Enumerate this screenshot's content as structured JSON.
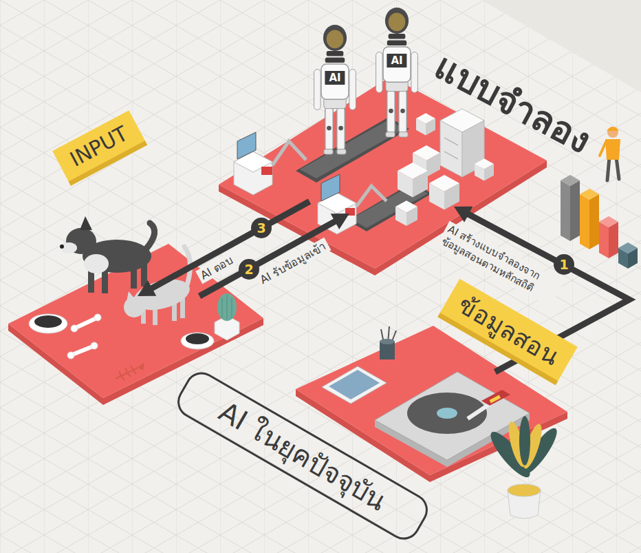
{
  "diagram": {
    "title": "AI ในยุคปัจจุบัน",
    "nodes": [
      {
        "text": [
          "INPUT"
        ]
      },
      {
        "text": [
          "แบบจำลอง"
        ]
      },
      {
        "text": [
          "ข้อมูลสอน"
        ]
      }
    ],
    "edges": [
      {
        "from": 2,
        "to": 1,
        "label": "AI สร้างแบบจำลองจาก ข้อมูลสอนตามหลักสถิติ",
        "arrow": "to"
      },
      {
        "from": 0,
        "to": 1,
        "label": "AI รับข้อมูลเข้า",
        "arrow": "to"
      },
      {
        "from": 1,
        "to": 0,
        "label": "AI ตอบ",
        "arrow": "to"
      }
    ],
    "labels": [
      "AI",
      "AI",
      "1",
      "2",
      "3"
    ]
  }
}
